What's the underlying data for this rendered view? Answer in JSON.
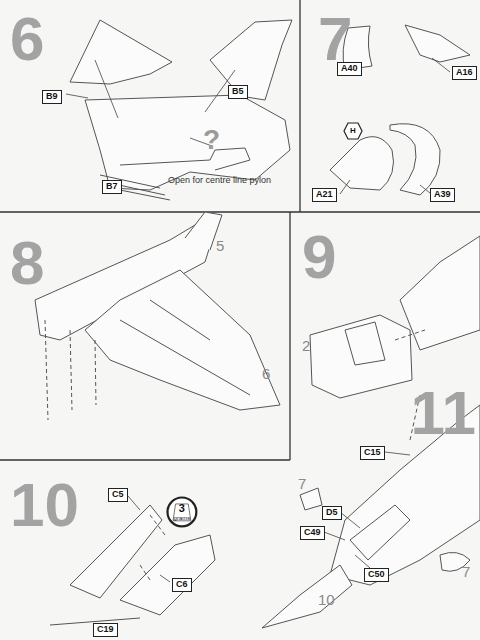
{
  "diagram": {
    "nodes": [
      {
        "text": [
          "B9"
        ]
      },
      {
        "text": [
          "B5"
        ]
      },
      {
        "text": [
          "B7"
        ]
      },
      {
        "text": [
          "A40"
        ]
      },
      {
        "text": [
          "A16"
        ]
      },
      {
        "text": [
          "H"
        ]
      },
      {
        "text": [
          "A21"
        ]
      },
      {
        "text": [
          "A39"
        ]
      },
      {
        "text": [
          "C15"
        ]
      },
      {
        "text": [
          "D5"
        ]
      },
      {
        "text": [
          "C49"
        ]
      },
      {
        "text": [
          "C50"
        ]
      },
      {
        "text": [
          "C5"
        ]
      },
      {
        "text": [
          "3",
          "grams"
        ]
      },
      {
        "text": [
          "C6"
        ]
      },
      {
        "text": [
          "C19"
        ]
      }
    ],
    "labels": [
      "6",
      "?",
      "Open for centre line pylon",
      "7",
      "8",
      "5",
      "6",
      "9",
      "2",
      "11",
      "7",
      "7",
      "10",
      "10"
    ]
  }
}
